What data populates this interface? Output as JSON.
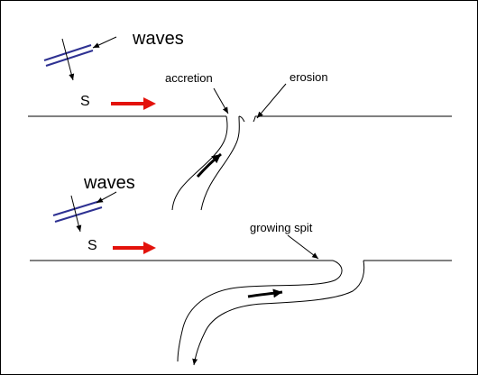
{
  "top_panel": {
    "waves_label": "waves",
    "drift_label": "S",
    "accretion_label": "accretion",
    "erosion_label": "erosion"
  },
  "bottom_panel": {
    "waves_label": "waves",
    "drift_label": "S",
    "spit_label": "growing spit"
  },
  "colors": {
    "ink": "#000000",
    "wave_crest": "#2E3192",
    "drift_arrow": "#E3120B",
    "background": "#FFFFFF"
  }
}
